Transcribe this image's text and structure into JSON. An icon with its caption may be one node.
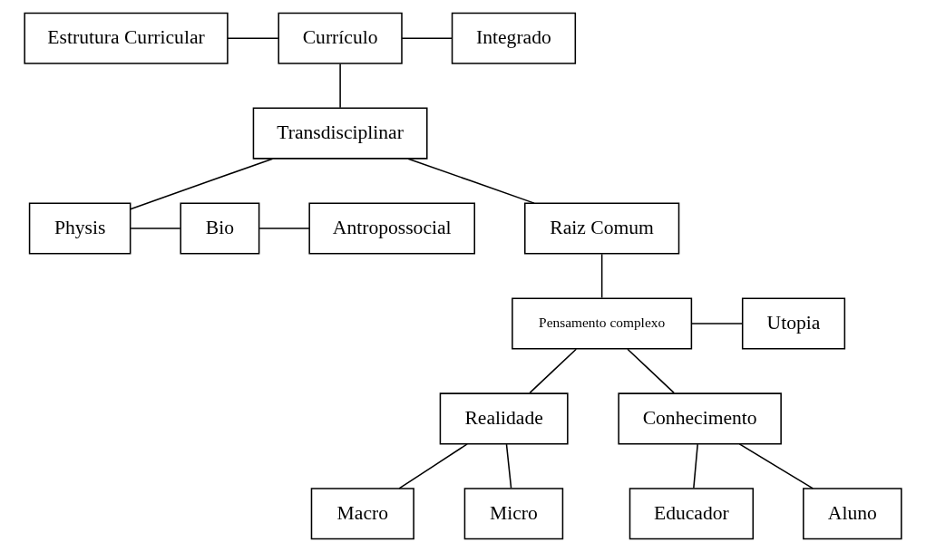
{
  "diagram": {
    "nodes": [
      {
        "text": [
          "Estrutura Curricular"
        ]
      },
      {
        "text": [
          "Currículo"
        ]
      },
      {
        "text": [
          "Integrado"
        ]
      },
      {
        "text": [
          "Transdisciplinar"
        ]
      },
      {
        "text": [
          "Physis"
        ]
      },
      {
        "text": [
          "Bio"
        ]
      },
      {
        "text": [
          "Antropossocial"
        ]
      },
      {
        "text": [
          "Raiz Comum"
        ]
      },
      {
        "text": [
          "Realidade"
        ]
      },
      {
        "text": [
          "Macro"
        ]
      },
      {
        "text": [
          "Micro"
        ]
      },
      {
        "text": [
          "Pensamento complexo"
        ]
      },
      {
        "text": [
          "Utopia"
        ]
      },
      {
        "text": [
          "Educador"
        ]
      },
      {
        "text": [
          "Conhecimento"
        ]
      },
      {
        "text": [
          "Aluno"
        ]
      }
    ],
    "edges": [
      {
        "from": 0,
        "to": 1,
        "arrow": "none"
      },
      {
        "from": 1,
        "to": 2,
        "arrow": "none"
      },
      {
        "from": 1,
        "to": 3,
        "arrow": "none"
      },
      {
        "from": 3,
        "to": 7,
        "arrow": "none"
      },
      {
        "from": 3,
        "to": 4,
        "arrow": "none"
      },
      {
        "from": 4,
        "to": 5,
        "arrow": "none"
      },
      {
        "from": 5,
        "to": 6,
        "arrow": "none"
      },
      {
        "from": 7,
        "to": 11,
        "arrow": "none"
      },
      {
        "from": 11,
        "to": 8,
        "arrow": "none"
      },
      {
        "from": 8,
        "to": 9,
        "arrow": "none"
      },
      {
        "from": 8,
        "to": 10,
        "arrow": "none"
      },
      {
        "from": 11,
        "to": 12,
        "arrow": "none"
      },
      {
        "from": 11,
        "to": 14,
        "arrow": "none"
      },
      {
        "from": 14,
        "to": 13,
        "arrow": "none"
      },
      {
        "from": 14,
        "to": 15,
        "arrow": "none"
      }
    ]
  }
}
